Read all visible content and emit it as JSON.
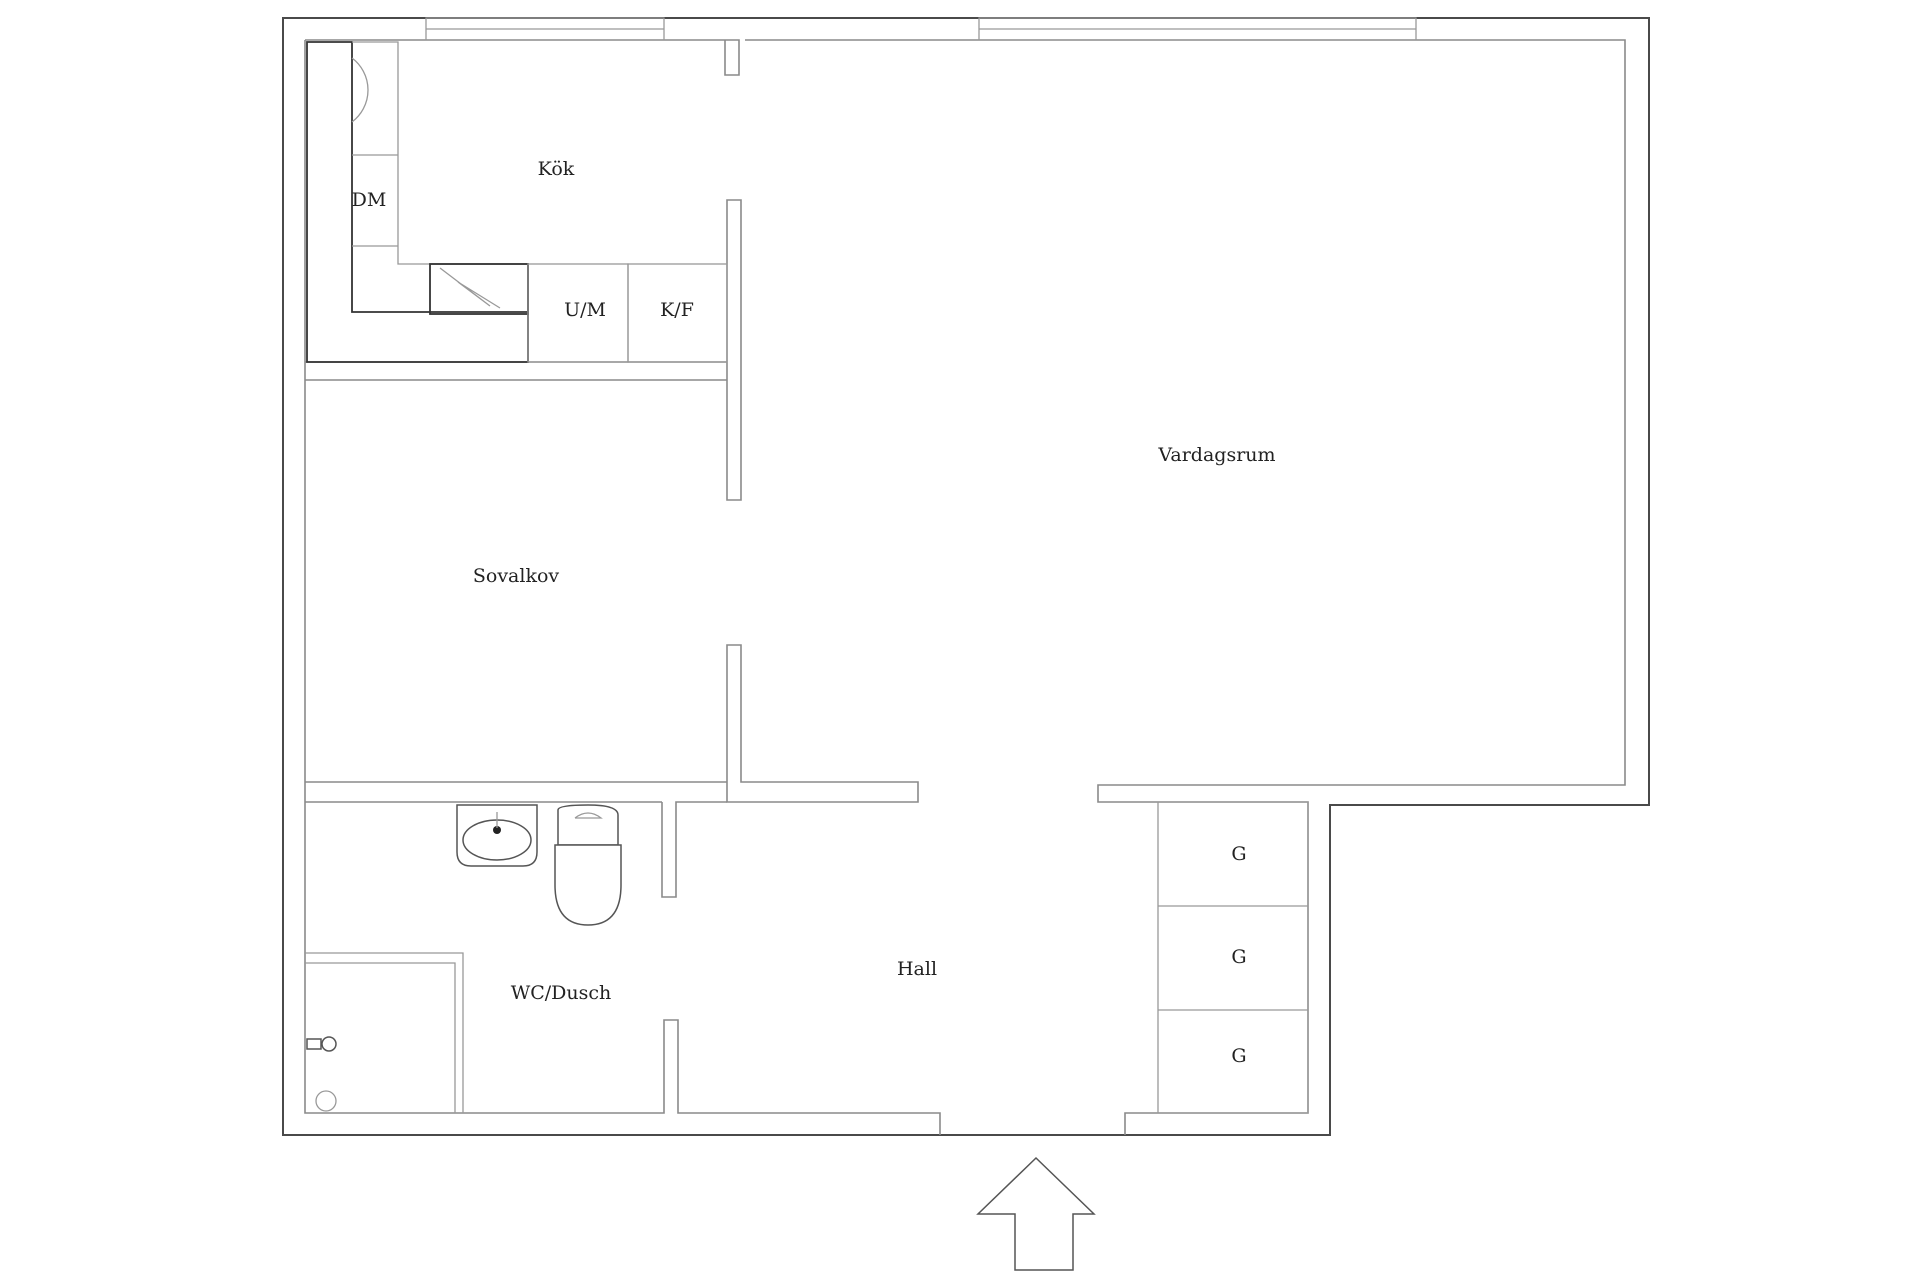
{
  "rooms": {
    "kitchen": "Kök",
    "living_room": "Vardagsrum",
    "bedroom": "Sovalkov",
    "bathroom": "WC/Dusch",
    "hall": "Hall"
  },
  "appliances": {
    "dishwasher": "DM",
    "oven_microwave": "U/M",
    "fridge_freezer": "K/F"
  },
  "wardrobes": [
    "G",
    "G",
    "G"
  ],
  "entrance_icon": "up-arrow-icon"
}
